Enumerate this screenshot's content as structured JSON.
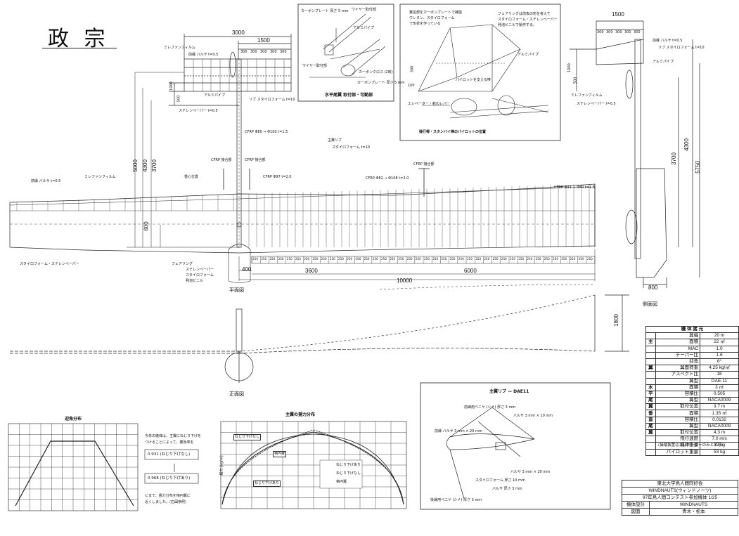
{
  "title": "政 宗",
  "views": {
    "plan": "平面図",
    "front": "正面図",
    "side": "側面図"
  },
  "tail_plan": {
    "dim_total": "3000",
    "dim_half": "1500",
    "ribs": [
      "300",
      "300",
      "300",
      "300",
      "300"
    ],
    "dim_1000": "1000",
    "dim_500": "500",
    "labels": {
      "film": "ミレファンフィルム",
      "front_balsa": "前縁 バルサ t=0.5",
      "pipe": "アルミパイプ",
      "rib": "リブ スタイロフォーム t=10",
      "stren": "ステレンペーパー t=0.5"
    }
  },
  "detail1": {
    "plate": "カーボンプレート 厚さ 5 mm",
    "wire": "ワイヤー取付部",
    "pipe": "アルミパイプ",
    "wire_bolt": "ワイヤー取付部",
    "carbon_cross": "カーボンクロス (2枚)",
    "carbon_plate2": "カーボンプレート 厚さ 5 mm",
    "caption": "水平尾翼 取付部・可動部"
  },
  "detail2": {
    "note1": "翼弦部をカーボンプレートで補強",
    "note2": "ウレタン、スタイロフォーム",
    "note3": "で形状を作っている",
    "note4": "フェアリングは前後の形を考えて",
    "note5": "スタイロフォーム・ステレンペーパー",
    "note6": "発泡ビニルで製作する。",
    "pipe": "アルミパイプ",
    "pilot": "パイロットを支える棒",
    "elev": "エレベーター・舵のレバー",
    "dim100": "100",
    "dim300": "300",
    "caption": "操行桿・スタンバイ棒のパイロットの位置"
  },
  "wing": {
    "dim_600": "600",
    "dim_3700": "3700",
    "dim_4300": "4300",
    "dim_5000": "5000",
    "dim_400": "400",
    "dim_3600": "3600",
    "dim_6000": "6000",
    "dim_10000": "10000",
    "rib_spacing": "250",
    "labels": {
      "front_balsa": "前縁 バルサ t=0.5",
      "film": "ミレファンフィルム",
      "main_rib": "主翼リブ",
      "main_rib2": "スタイロフォーム t=10",
      "cfrp1": "CFRP Φ80 → Φ100 t=1.5",
      "cfrp_joint1": "CFRP 接合部",
      "cfrp_joint2": "CFRP 接合部",
      "cfrp_joint3": "CFRP 接合部",
      "cfrp2": "CFRP Φ97 t=2.0",
      "cfrp3": "CFRP Φ82 → Φ108 t=2.0",
      "cfrp4": "CFRP Φ44 → Φ80 t=1.5",
      "center": "重心位置",
      "bottom": "スタイロフォーム・ステレンペーパー",
      "fairing": "フェアリング",
      "fairing2": "ステレンペーパー",
      "fairing3": "スタイロフォーム",
      "fairing4": "発泡ビニル"
    }
  },
  "side": {
    "dim_1500": "1500",
    "ribs": [
      "300",
      "300",
      "300",
      "300",
      "300"
    ],
    "dim_1000": "1000",
    "dim_500": "500",
    "dim_3700": "3700",
    "dim_4300": "4300",
    "dim_5750": "5750",
    "dim_800": "800",
    "dim_1800": "1800",
    "labels": {
      "front_balsa": "前縁 バルサ t=0.5",
      "rib": "リブ スタイロフォーム t=10",
      "pipe": "アルミパイプ",
      "film": "ミレファンフィルム",
      "stren": "ステレンペーパー t=0.5"
    }
  },
  "spec": {
    "header": "機 体 諸 元",
    "rows": [
      {
        "g": "",
        "k": "翼幅",
        "v": "20 m"
      },
      {
        "g": "主",
        "k": "面積",
        "v": "22 ㎡"
      },
      {
        "g": "",
        "k": "MAC",
        "v": "1.0"
      },
      {
        "g": "",
        "k": "テーパー比",
        "v": "1.6"
      },
      {
        "g": "",
        "k": "迎角",
        "v": "6°"
      },
      {
        "g": "翼",
        "k": "翼面荷重",
        "v": "4.25 kg/㎡"
      },
      {
        "g": "",
        "k": "アスペクト比",
        "v": "18"
      },
      {
        "g": "",
        "k": "翼型",
        "v": "DAE-11"
      },
      {
        "g": "水",
        "k": "面積",
        "v": "3 ㎡"
      },
      {
        "g": "平",
        "k": "容積比",
        "v": "0.505"
      },
      {
        "g": "尾",
        "k": "翼型",
        "v": "NACA0009"
      },
      {
        "g": "翼",
        "k": "取付位置",
        "v": "3.7 m"
      },
      {
        "g": "垂",
        "k": "面積",
        "v": "1.35 ㎡"
      },
      {
        "g": "直",
        "k": "容積比",
        "v": "0.0132"
      },
      {
        "g": "尾",
        "k": "翼型",
        "v": "NACA0009"
      },
      {
        "g": "翼",
        "k": "取付位置",
        "v": "4.3 m"
      },
      {
        "g": "",
        "k": "飛行速度",
        "v": "7.0 m/s"
      },
      {
        "g": "",
        "k": "機体重量",
        "v": "32 kg"
      },
      {
        "g": "",
        "k": "パイロット重量",
        "v": "53 kg"
      }
    ],
    "footnote": "(操縦装置はエレベーターのみとする)"
  },
  "titleblock": {
    "org": "東北大学鳥人間同好会",
    "team": "WINDNAUTS(ウィンドノーツ)",
    "contest": "97年鳥人間コンテスト参加機体   1/25",
    "design_label": "機体設計",
    "design_val": "WINDNAUTS",
    "drawing_label": "図面",
    "drawing_val": "青木・松本"
  },
  "graph1": {
    "title": "迎角分布"
  },
  "notes": {
    "l1": "今年の機体は、主翼にねじり下げを",
    "l2": "つけることによって、翼効率を",
    "v1": "0.931 (ねじり下げなし)",
    "v2": "0.968 (ねじり下げあり)",
    "l3": "にまで、揚力分布を楕円翼に",
    "l4": "近くしました。(右図参照)"
  },
  "graph2": {
    "title": "主翼の揚力分布",
    "ylabel": "揚力 [kg/m]",
    "lbl1": "ねじり下げなし",
    "lbl2": "楕円翼",
    "lbl3": "ねじり下げあり",
    "legend": [
      "ねじり下げあり",
      "ねじり下げなし",
      "楕円翼"
    ]
  },
  "rib_detail": {
    "title": "主翼リブ — DAE11",
    "l1": "前縁用ベニヤ (シナ) 厚さ 3 mm",
    "l2": "バルサ 3 mm × 10 mm",
    "l3": "前縁 バルサ 3 mm × 20 mm",
    "l4": "バルサ 3 mm × 20 mm",
    "l5": "スタイロフォーム 厚さ 10 mm",
    "l6": "バルサ 厚さ 3 mm",
    "l7": "後縁用ベニヤ (シナ) 厚さ 3 mm"
  }
}
